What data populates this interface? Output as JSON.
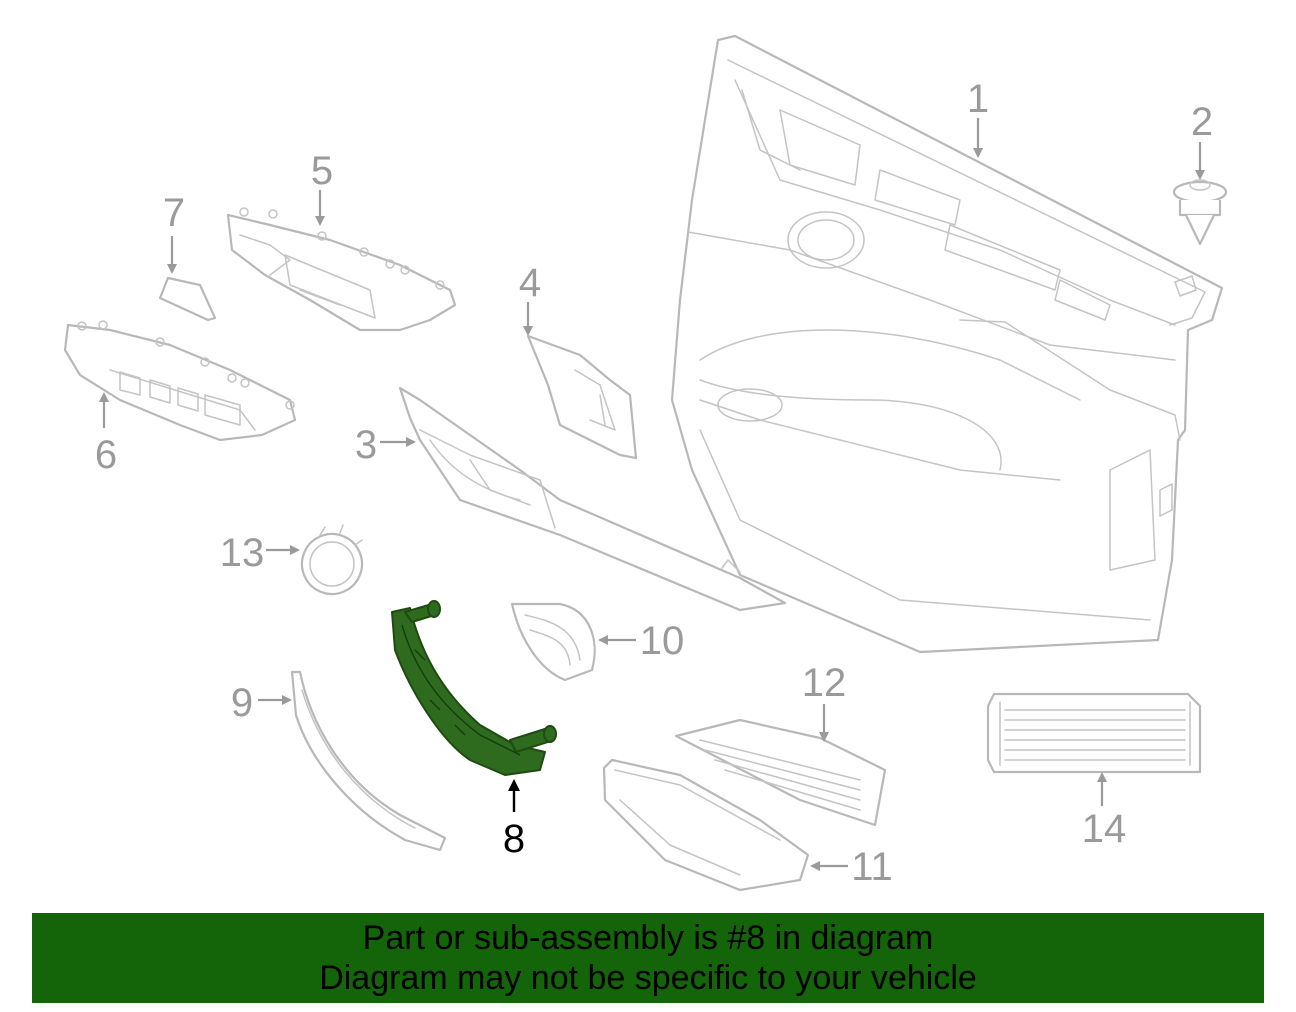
{
  "callouts": [
    "1",
    "2",
    "3",
    "4",
    "5",
    "6",
    "7",
    "8",
    "9",
    "10",
    "11",
    "12",
    "13",
    "14"
  ],
  "highlighted_part": "8",
  "banner": {
    "line1": "Part or sub-assembly is #8 in diagram",
    "line2": "Diagram may not be specific to your vehicle"
  },
  "colors": {
    "banner_bg": "#146409",
    "highlight": "#2f6b1e",
    "part_outline": "#b8b8b8",
    "label_gray": "#9a9a9a"
  }
}
